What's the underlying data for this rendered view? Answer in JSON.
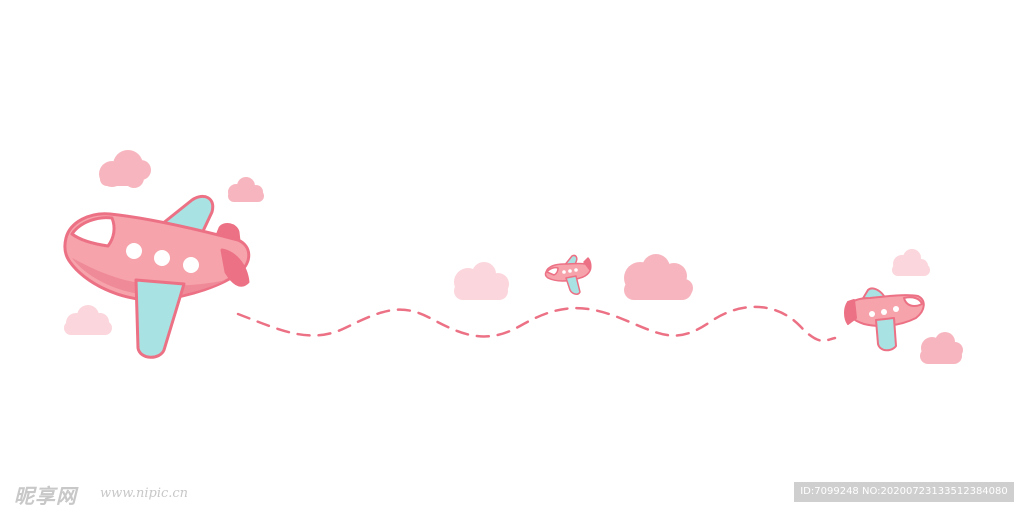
{
  "scene": {
    "description_colors": {
      "plane_body": "#f6a3ab",
      "plane_outline": "#ec7185",
      "plane_wing": "#a8e2e2",
      "cloud": "#f7b6bf",
      "cloud_light": "#fbd6dc",
      "flight_path": "#ec7185"
    }
  },
  "watermark": {
    "logo_text": "昵享网",
    "url_text": "www.nipic.cn",
    "id_text": "ID:7099248 NO:20200723133512384080"
  }
}
